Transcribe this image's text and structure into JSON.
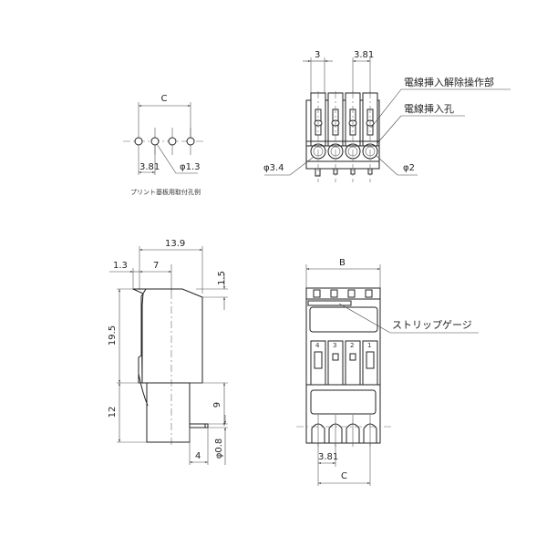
{
  "pcb_hole_view": {
    "dim_c": "C",
    "dim_pitch": "3.81",
    "dim_hole": "φ1.3",
    "caption": "プリント基板用取付孔例"
  },
  "top_view": {
    "dim_width": "3",
    "dim_pitch": "3.81",
    "dim_left_hole": "φ3.4",
    "dim_right_hole": "φ2",
    "label_release": "電線挿入解除操作部",
    "label_insert": "電線挿入孔"
  },
  "side_view": {
    "dim_total": "13.9",
    "dim_offset": "1.3",
    "dim_center": "7",
    "dim_step": "1.5",
    "dim_body_height": "19.5",
    "dim_pin_height": "12",
    "dim_pin_pos": "9",
    "dim_pin_len": "4",
    "dim_pin_dia": "φ0.8"
  },
  "front_view": {
    "dim_b": "B",
    "label_strip_gauge": "ストリップゲージ",
    "pole_numbers": [
      "4",
      "3",
      "2",
      "1"
    ],
    "dim_pitch": "3.81",
    "dim_c": "C"
  }
}
